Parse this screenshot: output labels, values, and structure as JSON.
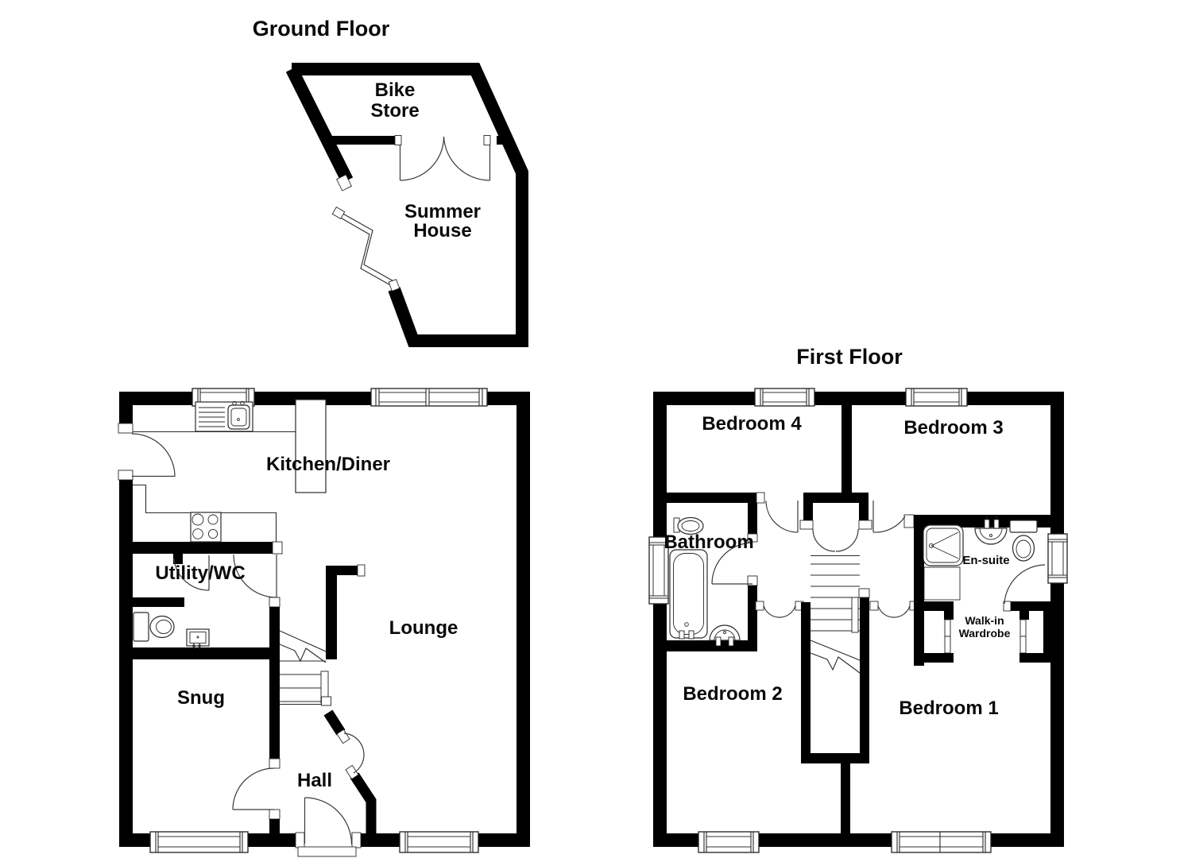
{
  "colors": {
    "background": "#ffffff",
    "walls": "#000000",
    "lines": "#2a2a2a",
    "text": "#0a0a0a"
  },
  "ground_floor": {
    "title": "Ground Floor",
    "outbuilding": {
      "bike_store_line1": "Bike",
      "bike_store_line2": "Store",
      "summer_house_line1": "Summer",
      "summer_house_line2": "House"
    },
    "rooms": {
      "kitchen_diner": "Kitchen/Diner",
      "utility_wc": "Utility/WC",
      "lounge": "Lounge",
      "snug": "Snug",
      "hall": "Hall"
    }
  },
  "first_floor": {
    "title": "First Floor",
    "rooms": {
      "bedroom4": "Bedroom 4",
      "bedroom3": "Bedroom 3",
      "bathroom": "Bathroom",
      "ensuite": "En-suite",
      "walkin_line1": "Walk-in",
      "walkin_line2": "Wardrobe",
      "bedroom2": "Bedroom 2",
      "bedroom1": "Bedroom 1"
    }
  }
}
